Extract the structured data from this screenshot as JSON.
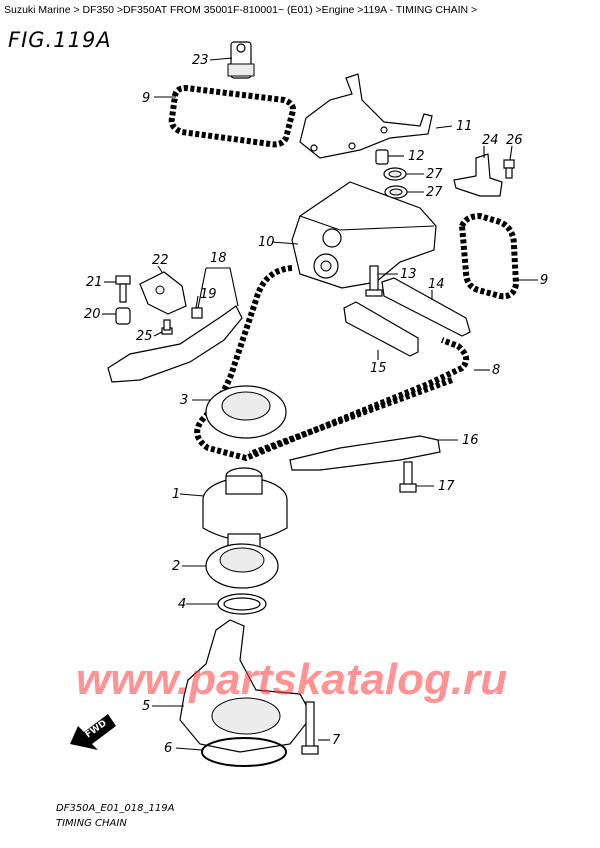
{
  "breadcrumb": "Suzuki Marine > DF350 >DF350AT FROM 35001F-810001~ (E01) >Engine >119A - TIMING CHAIN >",
  "figure_title": "FIG.119A",
  "footer": {
    "code": "DF350A_E01_018_119A",
    "title": "TIMING CHAIN"
  },
  "watermark": "www.partskatalog.ru",
  "fwd_label": "FWD",
  "callouts": [
    "1",
    "2",
    "3",
    "4",
    "5",
    "6",
    "7",
    "8",
    "9",
    "10",
    "11",
    "12",
    "13",
    "14",
    "15",
    "16",
    "17",
    "18",
    "19",
    "20",
    "21",
    "22",
    "23",
    "24",
    "25",
    "26",
    "27",
    "27"
  ]
}
